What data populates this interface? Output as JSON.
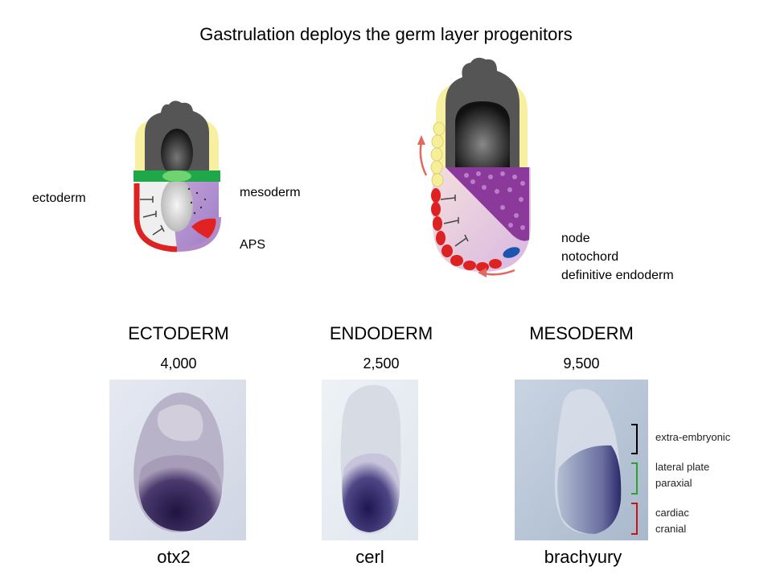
{
  "title": "Gastrulation deploys the germ layer progenitors",
  "left_diagram": {
    "labels": {
      "ectoderm": "ectoderm",
      "mesoderm": "mesoderm",
      "aps": "APS"
    }
  },
  "right_diagram": {
    "labels": [
      "node",
      "notochord",
      "definitive endoderm"
    ]
  },
  "panels": [
    {
      "header": "ECTODERM",
      "count": "4,000",
      "gene": "otx2"
    },
    {
      "header": "ENDODERM",
      "count": "2,500",
      "gene": "cerl"
    },
    {
      "header": "MESODERM",
      "count": "9,500",
      "gene": "brachyury"
    }
  ],
  "bracket_labels": [
    {
      "lines": [
        "extra-embryonic"
      ],
      "color": "#000000"
    },
    {
      "lines": [
        "lateral plate",
        "paraxial"
      ],
      "color": "#2aa32a"
    },
    {
      "lines": [
        "cardiac",
        "cranial"
      ],
      "color": "#cc1111"
    }
  ],
  "colors": {
    "extraembryonic": "#555555",
    "ectoderm_red": "#dd2222",
    "mesoderm_purple": "#8b3a9b",
    "green_band": "#1fa84a",
    "yellow": "#f7f0a0",
    "stain": "#2a1d5a"
  }
}
